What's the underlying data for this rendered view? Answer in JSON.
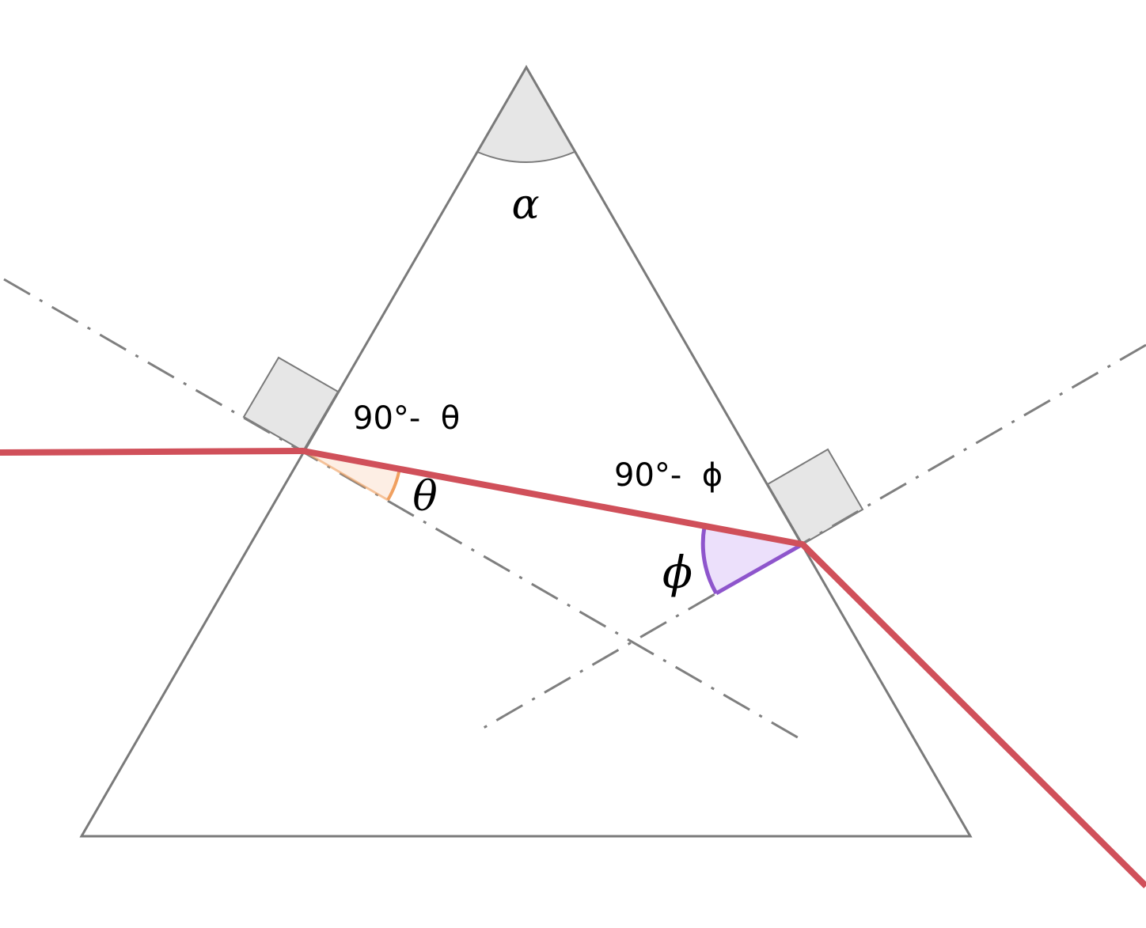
{
  "colors": {
    "background": "#ffffff",
    "prism_outline": "#7a7a7a",
    "ray": "#d0505a",
    "normal_line": "#7f7f7f",
    "marker_fill": "#e6e6e6",
    "theta_arc": "#f0a060",
    "theta_fill": "#fdeee4",
    "phi_arc": "#8e55cc",
    "phi_fill": "#ece0fb"
  },
  "labels": {
    "alpha": "α",
    "theta": "θ",
    "phi": "ϕ",
    "complement_theta": "90°-  θ",
    "complement_phi": "90°-  ϕ"
  }
}
